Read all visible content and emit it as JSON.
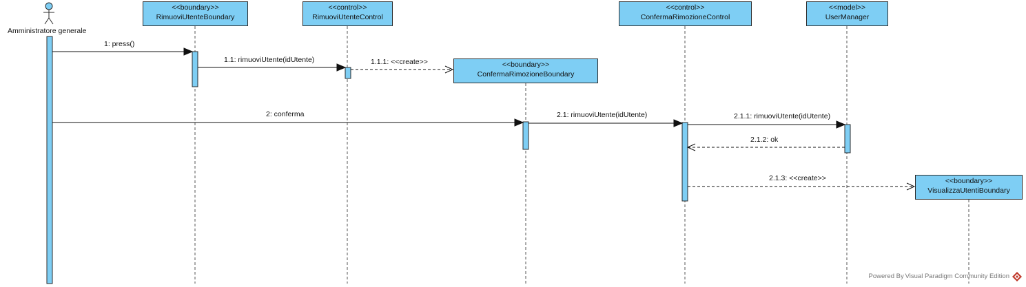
{
  "actor": {
    "name": "Amministratore generale"
  },
  "lifelines": [
    {
      "stereotype": "<<boundary>>",
      "name": "RimuoviUtenteBoundary"
    },
    {
      "stereotype": "<<control>>",
      "name": "RimuoviUtenteControl"
    },
    {
      "stereotype": "<<boundary>>",
      "name": "ConfermaRimozioneBoundary"
    },
    {
      "stereotype": "<<control>>",
      "name": "ConfermaRimozioneControl"
    },
    {
      "stereotype": "<<model>>",
      "name": "UserManager"
    },
    {
      "stereotype": "<<boundary>>",
      "name": "VisualizzaUtentiBoundary"
    }
  ],
  "messages": [
    {
      "label": "1: press()",
      "kind": "sync"
    },
    {
      "label": "1.1: rimuoviUtente(idUtente)",
      "kind": "sync"
    },
    {
      "label": "1.1.1: <<create>>",
      "kind": "create"
    },
    {
      "label": "2: conferma",
      "kind": "sync"
    },
    {
      "label": "2.1: rimuoviUtente(idUtente)",
      "kind": "sync"
    },
    {
      "label": "2.1.1: rimuoviUtente(idUtente)",
      "kind": "sync"
    },
    {
      "label": "2.1.2: ok",
      "kind": "return"
    },
    {
      "label": "2.1.3: <<create>>",
      "kind": "create"
    }
  ],
  "watermark": "Powered By Visual Paradigm Community Edition",
  "colors": {
    "box_fill": "#7ecef4",
    "line": "#2b2b2b"
  }
}
